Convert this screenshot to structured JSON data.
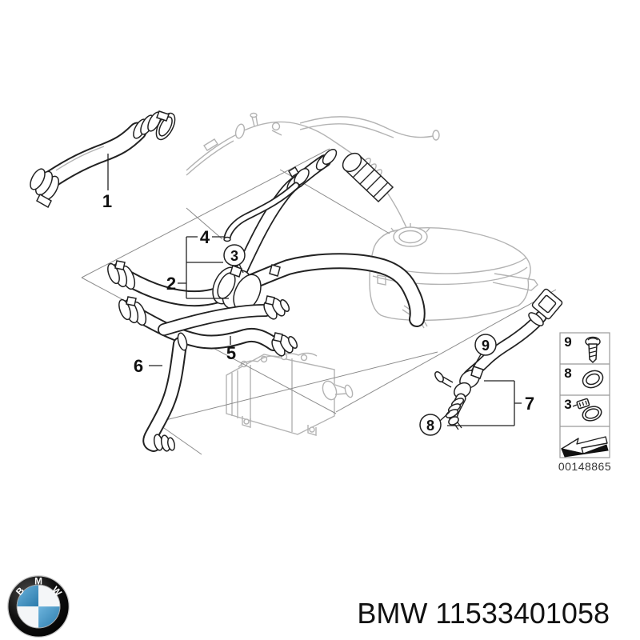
{
  "diagram": {
    "callouts": {
      "1": "1",
      "2": "2",
      "3": "3",
      "4": "4",
      "5": "5",
      "6": "6",
      "7": "7",
      "8": "8",
      "9": "9"
    },
    "legend": {
      "rows": [
        {
          "num": "9",
          "icon": "screw-icon"
        },
        {
          "num": "8",
          "icon": "o-ring-icon"
        },
        {
          "num": "3",
          "icon": "hose-clamp-icon"
        }
      ],
      "arrow_icon": "direction-arrow-icon",
      "diagram_number": "00148865"
    }
  },
  "footer": {
    "brand": "BMW",
    "part_number": "11533401058",
    "logo_letters": [
      "B",
      "M",
      "W"
    ]
  },
  "colors": {
    "part_line": "#222222",
    "faded": "#b3b3b3",
    "frame": "#8c8c8c",
    "bmw_blue": "#3d8fc1"
  }
}
